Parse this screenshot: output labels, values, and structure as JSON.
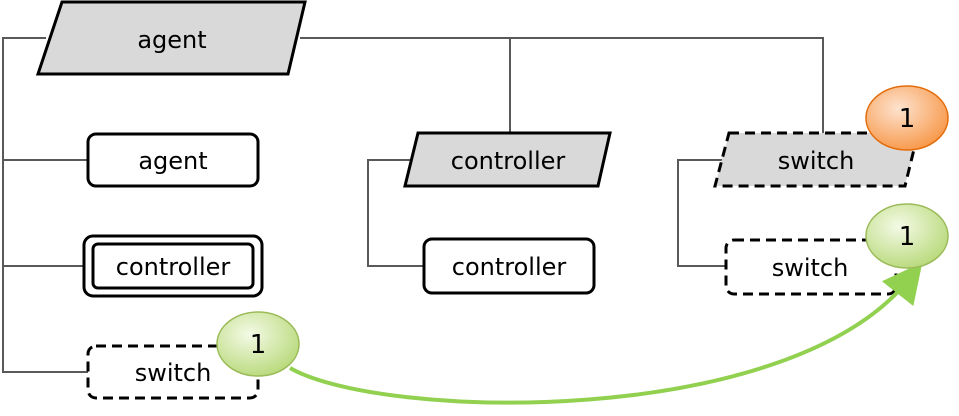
{
  "nodes": {
    "root_agent": "agent",
    "left_agent": "agent",
    "left_controller": "controller",
    "left_switch": "switch",
    "mid_controller": "controller",
    "mid_controller_child": "controller",
    "right_switch": "switch",
    "right_switch_child": "switch"
  },
  "badges": {
    "left_switch": "1",
    "right_switch": "1",
    "right_switch_child": "1"
  },
  "colors": {
    "gray_fill": "#d9d9d9",
    "stroke": "#000000",
    "connector": "#595959",
    "badge_orange": "#f79646",
    "badge_green": "#c4e08a",
    "arrow_green": "#92d050"
  }
}
